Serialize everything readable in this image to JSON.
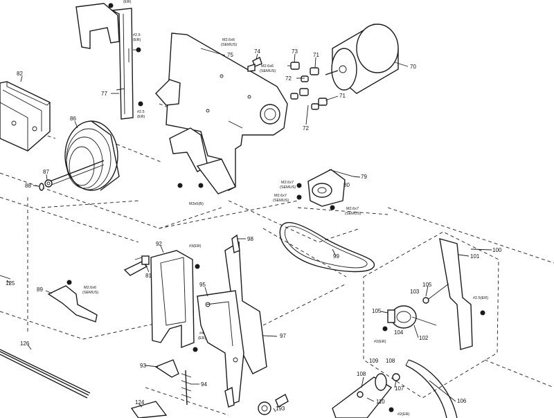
{
  "callouts": {
    "n70": "70",
    "n71a": "71",
    "n71b": "71",
    "n72a": "72",
    "n72b": "72",
    "n73": "73",
    "n74": "74",
    "n75": "75",
    "n77": "77",
    "n79": "79",
    "n80": "80",
    "n81": "81",
    "n82": "82",
    "n86": "86",
    "n87": "87",
    "n88": "88",
    "n89": "89",
    "n92": "92",
    "n93": "93",
    "n94": "94",
    "n95": "95",
    "n97": "97",
    "n98": "98",
    "n99": "99",
    "n100": "100",
    "n101": "101",
    "n102": "102",
    "n103": "103",
    "n104": "104",
    "n105a": "105",
    "n105b": "105",
    "n106": "106",
    "n107": "107",
    "n108a": "108",
    "n108b": "108",
    "n109": "109",
    "n110": "110",
    "n124": "124",
    "n125": "125",
    "n126": "126",
    "n193": "193"
  },
  "screw_labels": {
    "er_top": "(ER)",
    "s25_top": "#2.5",
    "s25_top_er": "(ER)",
    "m26x6_a": "M2.6x6",
    "semus_a": "(SEMUS)",
    "m26x6_b": "M2.6x6",
    "semus_b": "(SEMUS)",
    "s25_mid": "#2.5",
    "s25_mid_er": "(ER)",
    "m3x5": "M3x5(B)",
    "m26x7_a": "M2.6x7",
    "semus_c": "(SEMUS)",
    "m26x7_b": "M2.6x7",
    "semus_d": "(SEMUS)",
    "m26x7_c": "M2.6x7",
    "semus_e": "(SEMUS)",
    "s3_er": "#3(ER)",
    "m26x6_c": "M2.6x6",
    "semus_f": "(SEMUS)",
    "s4": "#4",
    "s4_er": "(ER)",
    "s25_er_right": "#2.5(ER)",
    "s2_er_a": "#2(ER)",
    "s2_er_b": "#2(ER)"
  }
}
